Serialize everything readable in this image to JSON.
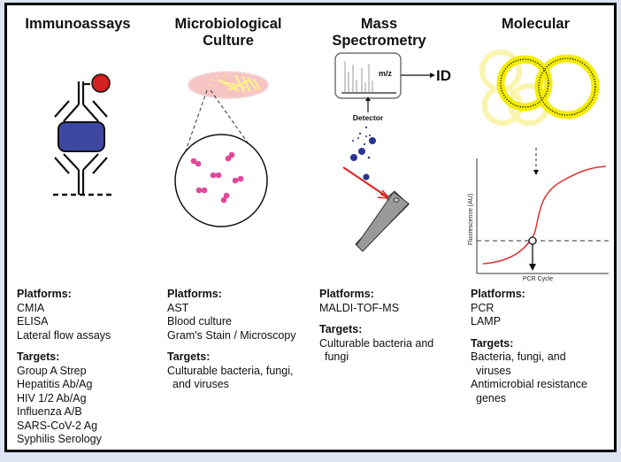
{
  "figure": {
    "panels": [
      {
        "id": "immunoassays",
        "title": "Immunoassays",
        "platforms_label": "Platforms:",
        "platforms": [
          "CMIA",
          "ELISA",
          "Lateral flow assays"
        ],
        "targets_label": "Targets:",
        "targets": [
          "Group A Strep",
          "Hepatitis Ab/Ag",
          "HIV 1/2 Ab/Ag",
          "Influenza A/B",
          "SARS-CoV-2 Ag",
          "Syphilis Serology"
        ]
      },
      {
        "id": "microbiological-culture",
        "title": "Microbiological Culture",
        "title_lines": [
          "Microbiological",
          "Culture"
        ],
        "platforms_label": "Platforms:",
        "platforms": [
          "AST",
          "Blood culture",
          "Gram's Stain / Microscopy"
        ],
        "targets_label": "Targets:",
        "targets": [
          "Culturable bacteria, fungi,",
          "and viruses"
        ]
      },
      {
        "id": "mass-spectrometry",
        "title": "Mass Spectrometry",
        "title_lines": [
          "Mass",
          "Spectrometry"
        ],
        "diagram_labels": {
          "axis": "m/z",
          "output": "ID",
          "detector": "Detector"
        },
        "platforms_label": "Platforms:",
        "platforms": [
          "MALDI-TOF-MS"
        ],
        "targets_label": "Targets:",
        "targets": [
          "Culturable bacteria and",
          "fungi"
        ]
      },
      {
        "id": "molecular",
        "title": "Molecular",
        "diagram_labels": {
          "y_axis": "Fluorescence (AU)",
          "x_axis": "PCR Cycle"
        },
        "platforms_label": "Platforms:",
        "platforms": [
          "PCR",
          "LAMP"
        ],
        "targets_label": "Targets:",
        "targets": [
          "Bacteria, fungi, and",
          "viruses",
          "Antimicrobial resistance",
          "genes"
        ]
      }
    ],
    "colors": {
      "antigen_blue": "#3f48a0",
      "label_red": "#d42020",
      "dish_pink": "#f7c4c4",
      "colony_yellow": "#fff38a",
      "cell_magenta": "#e0489a",
      "ion_navy": "#2a3590",
      "laser_red": "#e02020",
      "plate_gray": "#9a9a9a",
      "dna_yellow": "#f4ec00",
      "curve_red": "#e03030"
    }
  }
}
